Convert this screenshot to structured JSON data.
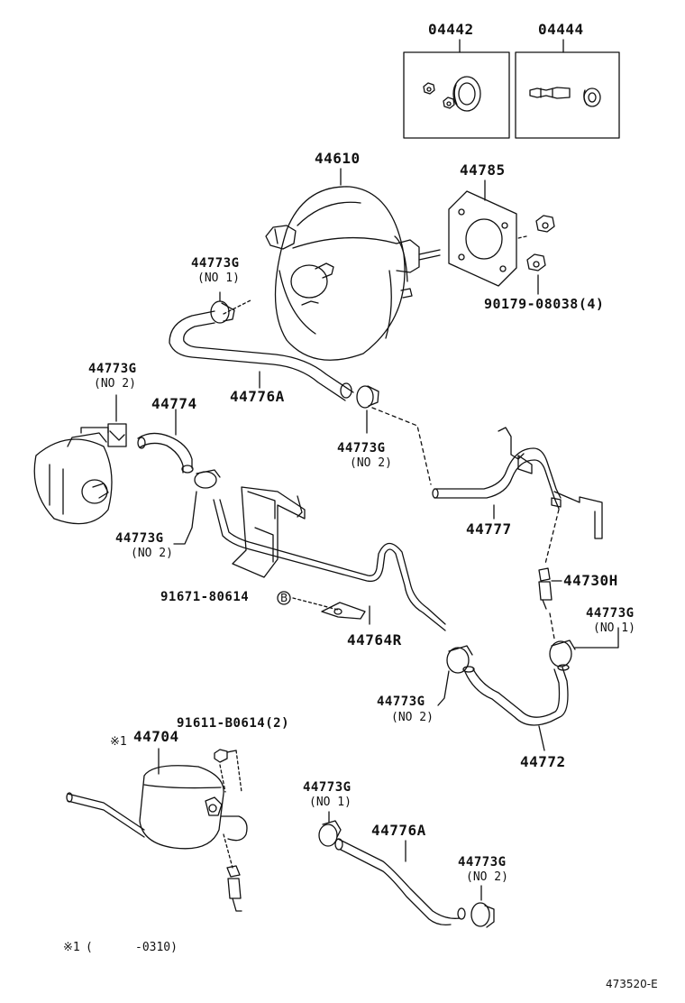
{
  "kits": [
    {
      "number": "04442"
    },
    {
      "number": "04444"
    }
  ],
  "parts": {
    "p44610": "44610",
    "p44785": "44785",
    "p90179": "90179-08038(4)",
    "p44773g_a": "44773G",
    "p44773g_a_sub": "(NO 1)",
    "p44776a_top": "44776A",
    "p44773g_b": "44773G",
    "p44773g_b_sub": "(NO 2)",
    "p44774": "44774",
    "p44773g_c": "44773G",
    "p44773g_c_sub": "(NO 2)",
    "p44773g_d": "44773G",
    "p44773g_d_sub": "(NO 2)",
    "p44777": "44777",
    "p44730h": "44730H",
    "p44773g_e": "44773G",
    "p44773g_e_sub": "(NO 1)",
    "p91671": "91671-80614",
    "p91671_mark": "B",
    "p44764r": "44764R",
    "p44773g_f": "44773G",
    "p44773g_f_sub": "(NO 2)",
    "p44772": "44772",
    "p91611": "91611-B0614(2)",
    "p44704_mark": "※1",
    "p44704": "44704",
    "p44773g_g": "44773G",
    "p44773g_g_sub": "(NO 1)",
    "p44776a_bottom": "44776A",
    "p44773g_h": "44773G",
    "p44773g_h_sub": "(NO 2)"
  },
  "footnote": {
    "mark": "※1",
    "open": "(",
    "range": "-0310)"
  },
  "reference_code": "473520-E"
}
